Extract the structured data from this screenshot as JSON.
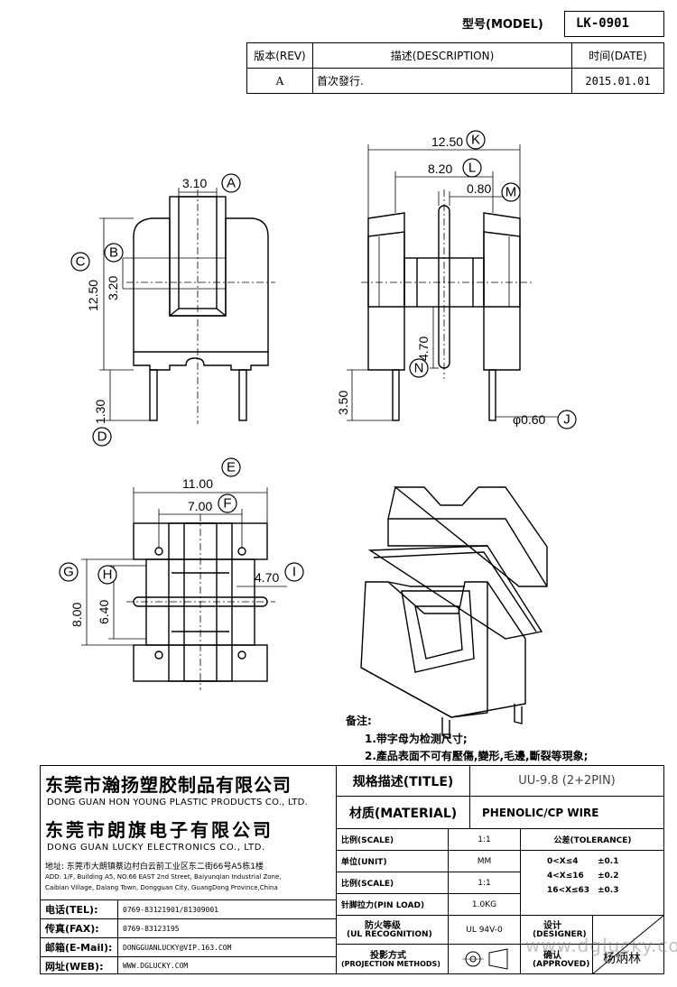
{
  "header": {
    "model_label": "型号(MODEL)",
    "model_value": "LK-0901",
    "rev_header": "版本(REV)",
    "desc_header": "描述(DESCRIPTION)",
    "date_header": "时间(DATE)",
    "rev_value": "A",
    "desc_value": "首次發行.",
    "date_value": "2015.01.01"
  },
  "dimensions": {
    "K": "12.50",
    "L": "8.20",
    "M": "0.80",
    "N": "4.70",
    "J": "φ0.60",
    "A": "3.10",
    "B": "3.20",
    "C": "12.50",
    "D": "1.30",
    "E": "11.00",
    "F": "7.00",
    "G": "8.00",
    "H": "6.40",
    "I": "4.70",
    "pin": "3.50"
  },
  "callouts": {
    "A": "A",
    "B": "B",
    "C": "C",
    "D": "D",
    "E": "E",
    "F": "F",
    "G": "G",
    "H": "H",
    "I": "I",
    "J": "J",
    "K": "K",
    "L": "L",
    "M": "M",
    "N": "N"
  },
  "notes": {
    "title": "备注:",
    "line1": "1.带字母为检测尺寸;",
    "line2": "2.產品表面不可有壓傷,變形,毛邊,斷裂等現象;"
  },
  "company": {
    "name1_cn": "东莞市瀚扬塑胶制品有限公司",
    "name1_en": "DONG GUAN HON YOUNG PLASTIC PRODUCTS CO., LTD.",
    "name2_cn": "东莞市朗旗电子有限公司",
    "name2_en": "DONG GUAN LUCKY ELECTRONICS CO., LTD.",
    "addr_cn": "地址: 东莞市大朗镇蔡边村白云前工业区东二街66号A5栋1楼",
    "addr_en1": "ADD: 1/F, Building A5, NO.66 EAST 2nd Street, Baiyunqian Industrial Zone,",
    "addr_en2": "Caibian Village, Dalang Town, Dongguan City, GuangDong Province,China"
  },
  "contact": {
    "tel_label": "电话(TEL):",
    "tel_value": "0769-83121901/81309001",
    "fax_label": "传真(FAX):",
    "fax_value": "0769-83123195",
    "mail_label": "邮箱(E-Mail):",
    "mail_value": "DONGGUANLUCKY@VIP.163.COM",
    "web_label": "网址(WEB):",
    "web_value": "WWW.DGLUCKY.COM"
  },
  "spec": {
    "title_label": "规格描述(TITLE)",
    "title_value": "UU-9.8 (2+2PIN)",
    "material_label": "材质(MATERIAL)",
    "material_value": "PHENOLIC/CP WIRE",
    "scale_label": "比例(SCALE)",
    "scale_value": "1:1",
    "unit_label": "单位(UNIT)",
    "unit_value": "MM",
    "scale2_label": "比例(SCALE)",
    "scale2_value": "1:1",
    "pin_load_label": "针脚拉力(PIN LOAD)",
    "pin_load_value": "1.0KG",
    "ul_label1": "防火等级",
    "ul_label2": "(UL RECOGNITION)",
    "ul_value": "UL 94V-0",
    "proj_label1": "投影方式",
    "proj_label2": "(PROJECTION METHODS)",
    "tol_header": "公差(TOLERANCE)",
    "tol1_range": "0<X≤4",
    "tol1_value": "±0.1",
    "tol2_range": "4<X≤16",
    "tol2_value": "±0.2",
    "tol3_range": "16<X≤63",
    "tol3_value": "±0.3",
    "designer_label1": "设计",
    "designer_label2": "(DESIGNER)",
    "approved_label1": "确认",
    "approved_label2": "(APPROVED)",
    "approver": "杨炳林"
  },
  "watermark": "www.dglucky.com"
}
